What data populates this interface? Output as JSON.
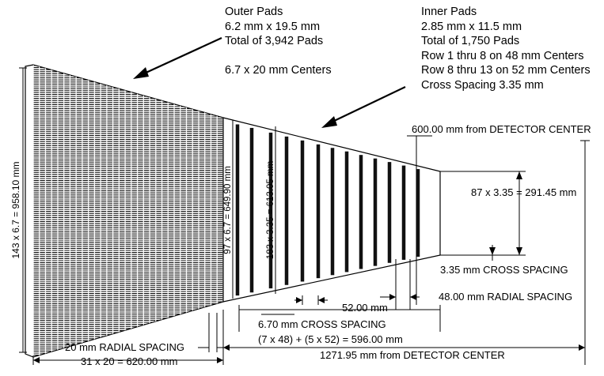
{
  "outer_pads": {
    "lines": [
      "Outer Pads",
      "6.2 mm x 19.5 mm",
      "Total of 3,942 Pads",
      "",
      "6.7 x 20 mm Centers"
    ]
  },
  "inner_pads": {
    "lines": [
      "Inner Pads",
      "2.85 mm x 11.5 mm",
      "Total of 1,750 Pads",
      "Row 1 thru 8 on 48 mm Centers",
      "Row 8 thru 13 on 52 mm Centers",
      "Cross Spacing 3.35 mm"
    ]
  },
  "labels": {
    "outer_height": "143 x 6.7 = 958.10 mm",
    "inner_outer_edge_height": "97 x 6.7 = 649.90 mm",
    "inner_height": "183 x 3.35 = 613.05 mm",
    "inner_tip_height": "87 x 3.35 = 291.45 mm",
    "detector_600": "600.00 mm from DETECTOR CENTER",
    "cross_spacing_335": "3.35 mm CROSS SPACING",
    "radial_48": "48.00 mm RADIAL SPACING",
    "spacing_52": "52.00 mm",
    "cross_spacing_670": "6.70 mm CROSS SPACING",
    "inner_length": "(7 x 48) + (5 x 52) = 596.00 mm",
    "radial_20": "20 mm RADIAL SPACING",
    "outer_length": "31 x 20 = 620.00 mm",
    "detector_1271": "1271.95 mm from DETECTOR CENTER"
  }
}
